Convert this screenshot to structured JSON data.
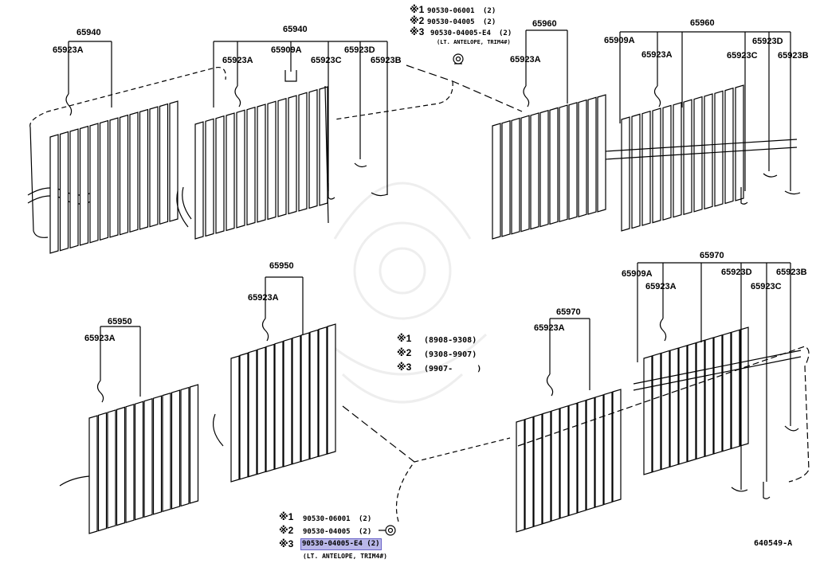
{
  "part_labels": {
    "g1_65940": "65940",
    "g1_65923A": "65923A",
    "g2_65940": "65940",
    "g2_65923A": "65923A",
    "g2_65909A": "65909A",
    "g2_65923C": "65923C",
    "g2_65923D": "65923D",
    "g2_65923B": "65923B",
    "g3_65960": "65960",
    "g3_65923A": "65923A",
    "g4_65960": "65960",
    "g4_65909A": "65909A",
    "g4_65923A": "65923A",
    "g4_65923D": "65923D",
    "g4_65923C": "65923C",
    "g4_65923B": "65923B",
    "g5_65950": "65950",
    "g5_65923A": "65923A",
    "g6_65950": "65950",
    "g6_65923A": "65923A",
    "g7_65970": "65970",
    "g7_65923A": "65923A",
    "g8_65970": "65970",
    "g8_65909A": "65909A",
    "g8_65923A": "65923A",
    "g8_65923D": "65923D",
    "g8_65923C": "65923C",
    "g8_65923B": "65923B"
  },
  "top_callout": {
    "marks": [
      "※1",
      "※2",
      "※3"
    ],
    "parts": [
      "90530-06001",
      "90530-04005",
      "90530-04005-E4"
    ],
    "qty": [
      "(2)",
      "(2)",
      "(2)"
    ],
    "note": "(LT. ANTELOPE, TRIM4#)"
  },
  "bottom_callout": {
    "marks": [
      "※1",
      "※2",
      "※3"
    ],
    "parts": [
      "90530-06001",
      "90530-04005",
      "90530-04005-E4"
    ],
    "qty": [
      "(2)",
      "(2)",
      "(2)"
    ],
    "note": "(LT. ANTELOPE, TRIM4#)"
  },
  "legend": {
    "marks": [
      "※1",
      "※2",
      "※3"
    ],
    "ranges": [
      "(8908-9308)",
      "(9308-9907)",
      "(9907-     )"
    ]
  },
  "diagram_code": "640549-A"
}
